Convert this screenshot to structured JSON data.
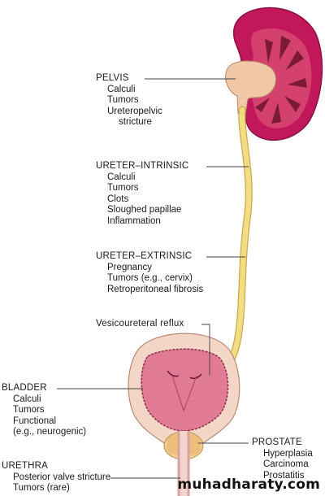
{
  "labels": {
    "pelvis": {
      "title": "PELVIS",
      "items": [
        "Calculi",
        "Tumors",
        "Ureteropelvic",
        "stricture"
      ]
    },
    "ureter_intrinsic": {
      "title": "URETER–INTRINSIC",
      "items": [
        "Calculi",
        "Tumors",
        "Clots",
        "Sloughed papillae",
        "Inflammation"
      ]
    },
    "ureter_extrinsic": {
      "title": "URETER–EXTRINSIC",
      "items": [
        "Pregnancy",
        "Tumors (e.g., cervix)",
        "Retroperitoneal fibrosis"
      ]
    },
    "vesicoureteral": {
      "title": "Vesicoureteral reflux"
    },
    "bladder": {
      "title": "BLADDER",
      "items": [
        "Calculi",
        "Tumors",
        "Functional",
        "(e.g., neurogenic)"
      ]
    },
    "prostate": {
      "title": "PROSTATE",
      "items": [
        "Hyperplasia",
        "Carcinoma",
        "Prostatitis"
      ]
    },
    "urethra": {
      "title": "URETHRA",
      "items": [
        "Posterior valve stricture",
        "Tumors (rare)"
      ]
    }
  },
  "watermark": "muhadharaty.com",
  "colors": {
    "kidney": "#c2185b",
    "kidney_light": "#d4416f",
    "medulla": "#7a1a36",
    "pelvis": "#f0c8a8",
    "ureter": "#f2dc84",
    "ureter_edge": "#c9a94a",
    "bladder_wall": "#f4d6c6",
    "bladder_lumen": "#e07a95",
    "prostate": "#f0cc8c",
    "leader": "#444444"
  }
}
